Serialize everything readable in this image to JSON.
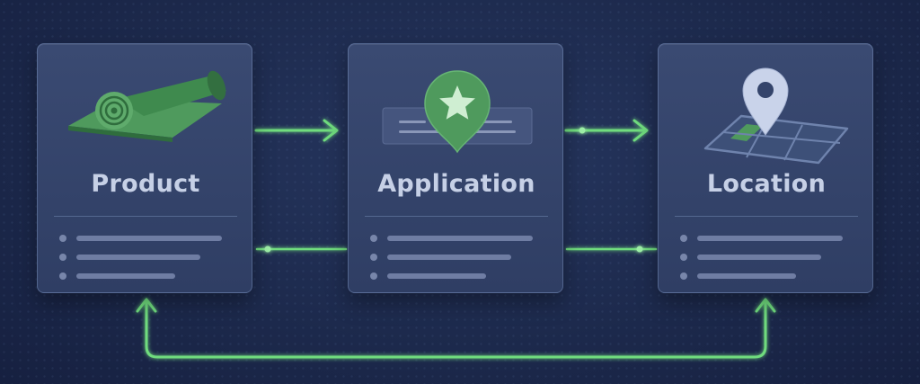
{
  "cards": [
    {
      "id": "product",
      "title": "Product",
      "icon": "rolled-mat-icon"
    },
    {
      "id": "application",
      "title": "Application",
      "icon": "star-badge-icon"
    },
    {
      "id": "location",
      "title": "Location",
      "icon": "map-pin-icon"
    }
  ],
  "colors": {
    "background": "#1d2a4d",
    "card": "#34446b",
    "accent": "#5fd16f",
    "icon_green": "#4f9a5d",
    "title_text": "#c6d0e6",
    "placeholder_lines": "#6f7da3"
  }
}
